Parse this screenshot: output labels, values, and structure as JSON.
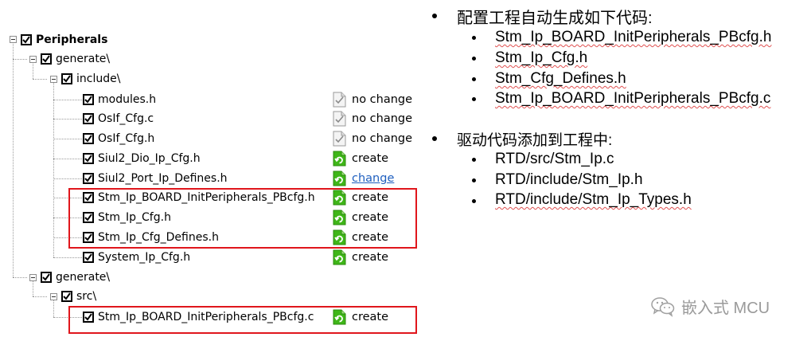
{
  "tree": {
    "root": {
      "label": "Peripherals"
    },
    "generate_include": {
      "label": "generate\\",
      "child": "include\\"
    },
    "generate_src": {
      "label": "generate\\",
      "child": "src\\"
    },
    "include_files": [
      {
        "name": "modules.h",
        "status": "no change",
        "kind": "nochange"
      },
      {
        "name": "OsIf_Cfg.c",
        "status": "no change",
        "kind": "nochange"
      },
      {
        "name": "OsIf_Cfg.h",
        "status": "no change",
        "kind": "nochange"
      },
      {
        "name": "Siul2_Dio_Ip_Cfg.h",
        "status": "create",
        "kind": "create"
      },
      {
        "name": "Siul2_Port_Ip_Defines.h",
        "status": "change",
        "kind": "change"
      },
      {
        "name": "Stm_Ip_BOARD_InitPeripherals_PBcfg.h",
        "status": "create",
        "kind": "create"
      },
      {
        "name": "Stm_Ip_Cfg.h",
        "status": "create",
        "kind": "create"
      },
      {
        "name": "Stm_Ip_Cfg_Defines.h",
        "status": "create",
        "kind": "create"
      },
      {
        "name": "System_Ip_Cfg.h",
        "status": "create",
        "kind": "create"
      }
    ],
    "src_files": [
      {
        "name": "Stm_Ip_BOARD_InitPeripherals_PBcfg.c",
        "status": "create",
        "kind": "create"
      }
    ]
  },
  "notes": {
    "section1": {
      "title": "配置工程自动生成如下代码:",
      "items": [
        "Stm_Ip_BOARD_InitPeripherals_PBcfg.h",
        "Stm_Ip_Cfg.h",
        "Stm_Cfg_Defines.h",
        "Stm_Ip_BOARD_InitPeripherals_PBcfg.c"
      ]
    },
    "section2": {
      "title": "驱动代码添加到工程中:",
      "items": [
        "RTD/src/Stm_Ip.c",
        "RTD/include/Stm_Ip.h",
        "RTD/include/Stm_Ip_Types.h"
      ]
    }
  },
  "watermark": {
    "text": "嵌入式 MCU",
    "icon": "wechat-icon"
  },
  "colors": {
    "highlight": "#e0161c",
    "create_icon": "#3fb618",
    "link": "#1f5fbf"
  }
}
